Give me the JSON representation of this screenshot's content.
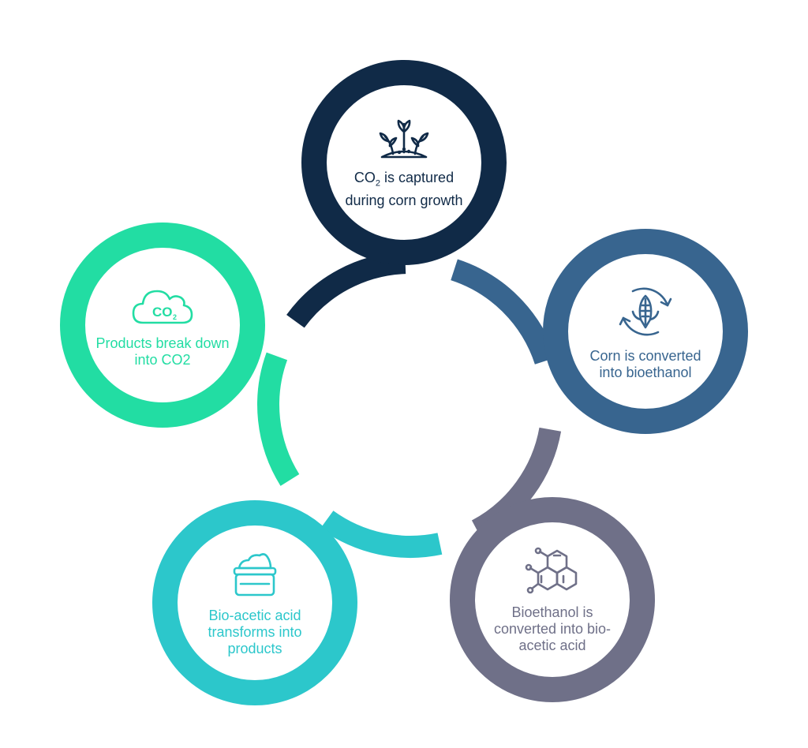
{
  "steps": [
    {
      "label_prefix": "CO",
      "label_sub": "2",
      "label_suffix": " is captured during corn growth",
      "color": "#102a47",
      "icon": "sprouting-plant-icon"
    },
    {
      "label": "Corn is converted into bioethanol",
      "color": "#38658f",
      "icon": "corn-recycle-icon"
    },
    {
      "label": "Bioethanol is converted into bio-acetic acid",
      "color": "#6f7088",
      "icon": "molecule-icon"
    },
    {
      "label": "Bio-acetic acid transforms into products",
      "color": "#2cc7cb",
      "icon": "cream-jar-icon"
    },
    {
      "label": "Products break down into CO2",
      "color": "#22dda3",
      "icon": "co2-cloud-icon",
      "icon_text": "CO",
      "icon_sub": "2"
    }
  ]
}
